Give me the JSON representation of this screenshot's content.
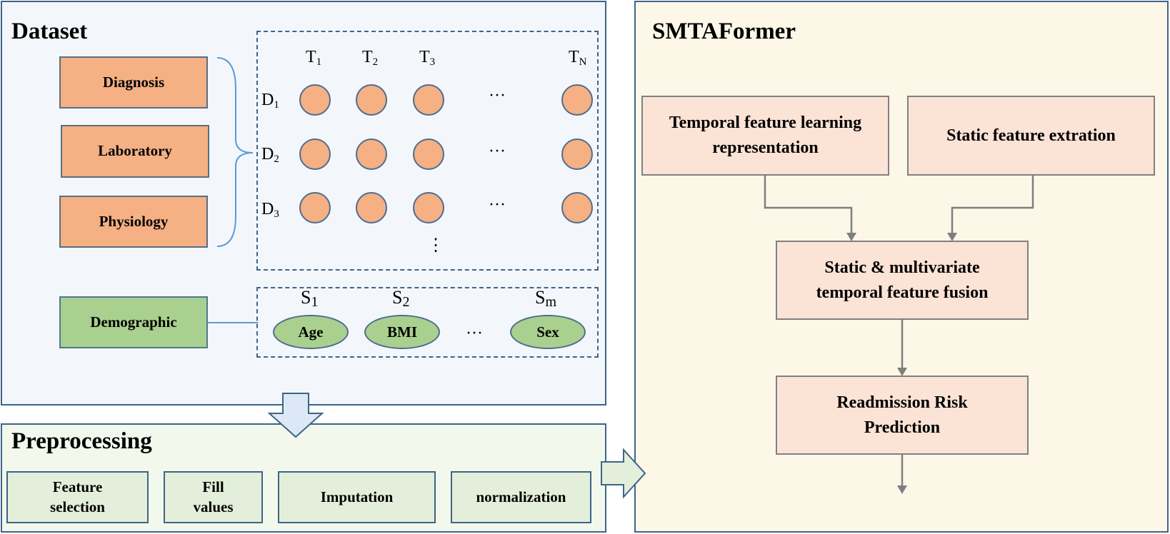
{
  "dataset": {
    "title": "Dataset",
    "categories": [
      "Diagnosis",
      "Laboratory",
      "Physiology"
    ],
    "demographic": "Demographic",
    "time_labels": [
      {
        "base": "T",
        "sub": "1"
      },
      {
        "base": "T",
        "sub": "2"
      },
      {
        "base": "T",
        "sub": "3"
      },
      {
        "base": "T",
        "sub": "N"
      }
    ],
    "row_labels": [
      {
        "base": "D",
        "sub": "1"
      },
      {
        "base": "D",
        "sub": "2"
      },
      {
        "base": "D",
        "sub": "3"
      }
    ],
    "static_labels": [
      {
        "base": "S",
        "sub": "1"
      },
      {
        "base": "S",
        "sub": "2"
      },
      {
        "base": "S",
        "sub": "m"
      }
    ],
    "static_items": [
      "Age",
      "BMI",
      "Sex"
    ],
    "ellipsis_h": "···",
    "ellipsis_v": "⋮"
  },
  "preprocessing": {
    "title": "Preprocessing",
    "steps": [
      "Feature selection",
      "Fill values",
      "Imputation",
      "normalization"
    ]
  },
  "smtaformer": {
    "title": "SMTAFormer",
    "temporal": "Temporal feature learning representation",
    "static": "Static feature extration",
    "fusion": "Static & multivariate temporal feature fusion",
    "prediction": "Readmission Risk Prediction"
  },
  "colors": {
    "dataset_bg": "#f3f7fc",
    "preprocessing_bg": "#f2f8ec",
    "smtaformer_bg": "#fdf7e8",
    "orange": "#f5b084",
    "green": "#a9d08e",
    "pink": "#fbe3d6",
    "border_blue": "#3e6489"
  }
}
